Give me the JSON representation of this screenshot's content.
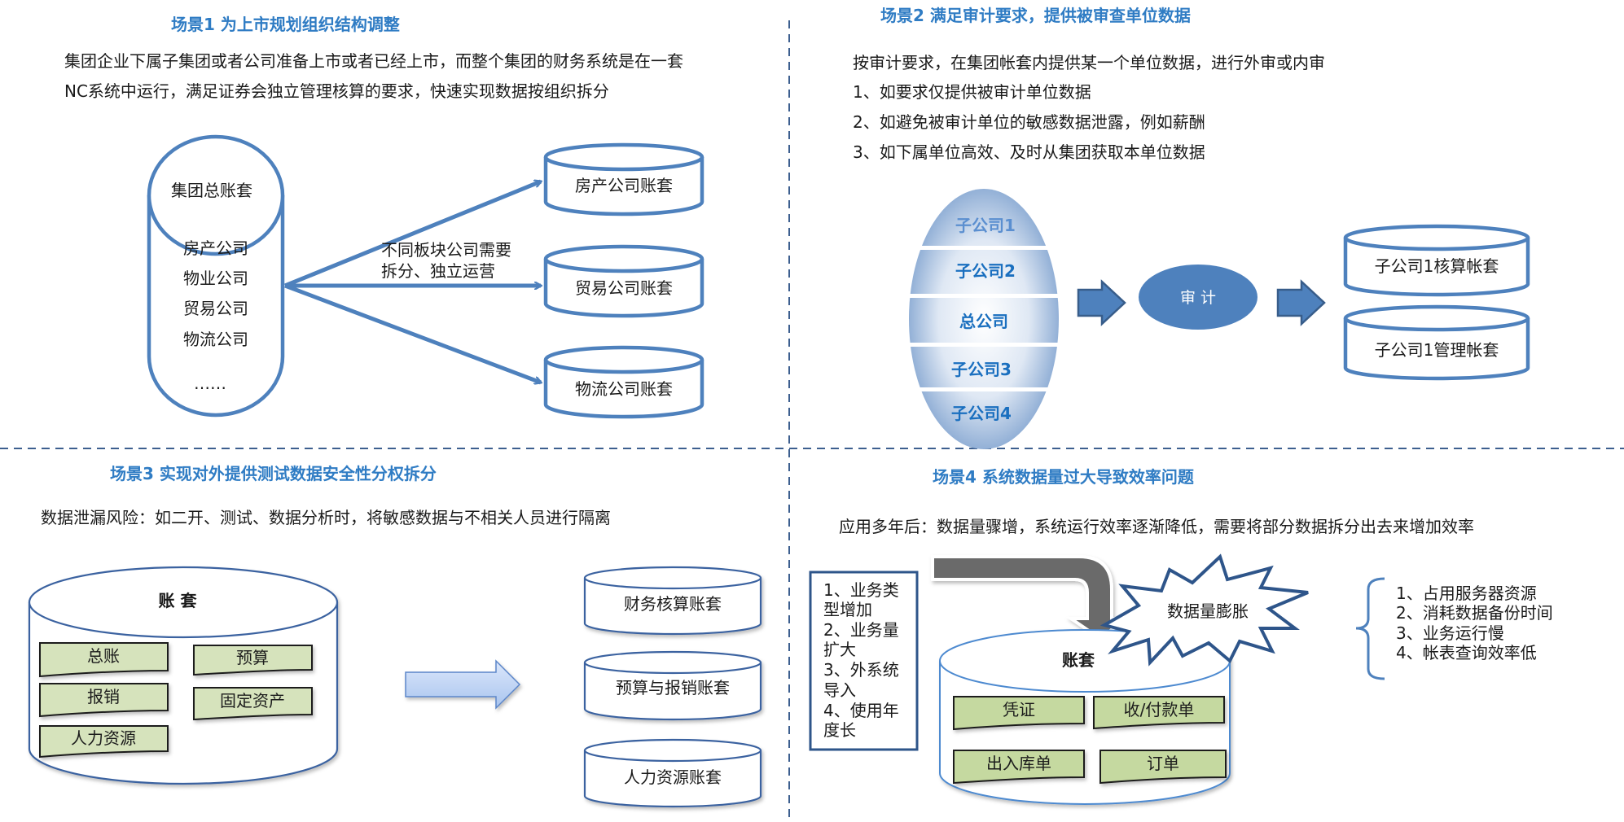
{
  "scenario1": {
    "title": "场景1 为上市规划组织结构调整",
    "desc_line1": "集团企业下属子集团或者公司准备上市或者已经上市，而整个集团的财务系统是在一套",
    "desc_line2": "NC系统中运行，满足证券会独立管理核算的要求，快速实现数据按组织拆分",
    "source_db": {
      "title": "集团总账套",
      "items": [
        "房产公司",
        "物业公司",
        "贸易公司",
        "物流公司",
        "……"
      ]
    },
    "arrow_label_line1": "不同板块公司需要",
    "arrow_label_line2": "拆分、独立运营",
    "targets": [
      "房产公司账套",
      "贸易公司账套",
      "物流公司账套"
    ]
  },
  "scenario2": {
    "title": "场景2 满足审计要求，提供被审查单位数据",
    "desc": "按审计要求，在集团帐套内提供某一个单位数据，进行外审或内审",
    "points": [
      "1、如要求仅提供被审计单位数据",
      "2、如避免被审计单位的敏感数据泄露，例如薪酬",
      "3、如下属单位高效、及时从集团获取本单位数据"
    ],
    "egg_layers": [
      "子公司1",
      "子公司2",
      "总公司",
      "子公司3",
      "子公司4"
    ],
    "audit_label": "审 计",
    "targets": [
      "子公司1核算帐套",
      "子公司1管理帐套"
    ]
  },
  "scenario3": {
    "title": "场景3 实现对外提供测试数据安全性分权拆分",
    "desc": "数据泄漏风险：如二开、测试、数据分析时，将敏感数据与不相关人员进行隔离",
    "db_title": "账 套",
    "modules": [
      "总账",
      "预算",
      "报销",
      "固定资产",
      "人力资源"
    ],
    "targets": [
      "财务核算账套",
      "预算与报销账套",
      "人力资源账套"
    ]
  },
  "scenario4": {
    "title": "场景4 系统数据量过大导致效率问题",
    "desc": "应用多年后：数据量骤增，系统运行效率逐渐降低，需要将部分数据拆分出去来增加效率",
    "causes": [
      "1、业务类",
      "型增加",
      "2、业务量",
      "扩大",
      "3、外系统",
      "导入",
      "4、使用年",
      "度长"
    ],
    "burst_label": "数据量膨胀",
    "db_title": "账套",
    "modules": [
      "凭证",
      "收/付款单",
      "出入库单",
      "订单"
    ],
    "effects": [
      "1、占用服务器资源",
      "2、消耗数据备份时间",
      "3、业务运行慢",
      "4、帐表查询效率低"
    ]
  },
  "colors": {
    "accent": "#4e81bd",
    "title": "#2f7cc4",
    "module_fill": "#d6e3bc"
  }
}
